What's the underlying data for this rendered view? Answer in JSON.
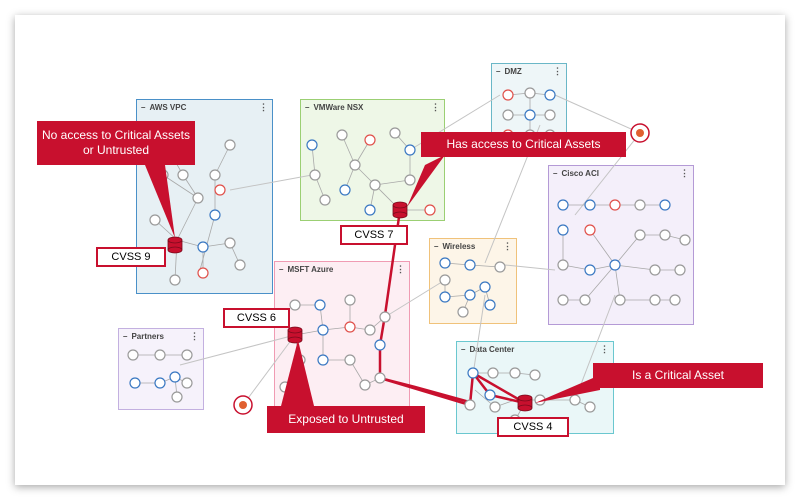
{
  "groups": [
    {
      "id": "aws",
      "title": "AWS VPC",
      "menu": "⋮",
      "color": "#4a90c8",
      "fill": "#e7f0f4"
    },
    {
      "id": "nsx",
      "title": "VMWare NSX",
      "menu": "⋮",
      "color": "#9bcf73",
      "fill": "#eef7e7"
    },
    {
      "id": "dmz",
      "title": "DMZ",
      "menu": "⋮",
      "color": "#6ab7c7",
      "fill": "#eef6f8"
    },
    {
      "id": "cisco",
      "title": "Cisco ACI",
      "menu": "⋮",
      "color": "#b49ad6",
      "fill": "#f4effa"
    },
    {
      "id": "wireless",
      "title": "Wireless",
      "menu": "⋮",
      "color": "#f0c27a",
      "fill": "#fdf5e8"
    },
    {
      "id": "azure",
      "title": "MSFT Azure",
      "menu": "⋮",
      "color": "#f09bb3",
      "fill": "#fdeef3"
    },
    {
      "id": "partners",
      "title": "Partners",
      "menu": "⋮",
      "color": "#c3b0e0",
      "fill": "#f6f2fb"
    },
    {
      "id": "dc",
      "title": "Data Center",
      "menu": "⋮",
      "color": "#6ac7cf",
      "fill": "#eaf7f8"
    }
  ],
  "callouts": {
    "aws": "No access to Critical Assets or Untrusted",
    "nsx": "Has access to Critical Assets",
    "azure": "Exposed to Untrusted",
    "dc": "Is a Critical Asset"
  },
  "cvss_labels": {
    "aws": "CVSS 9",
    "nsx": "CVSS 7",
    "azure": "CVSS 6",
    "dc": "CVSS 4"
  },
  "colors": {
    "accent": "#c8102e",
    "node_gray": "#9a9a9a",
    "node_blue": "#3a78c2",
    "node_red": "#e0504a",
    "edge": "#b8b8b8"
  },
  "icons": {
    "server": "server-node-icon",
    "critical": "critical-asset-cylinder-icon",
    "untrusted": "untrusted-hazard-icon"
  }
}
